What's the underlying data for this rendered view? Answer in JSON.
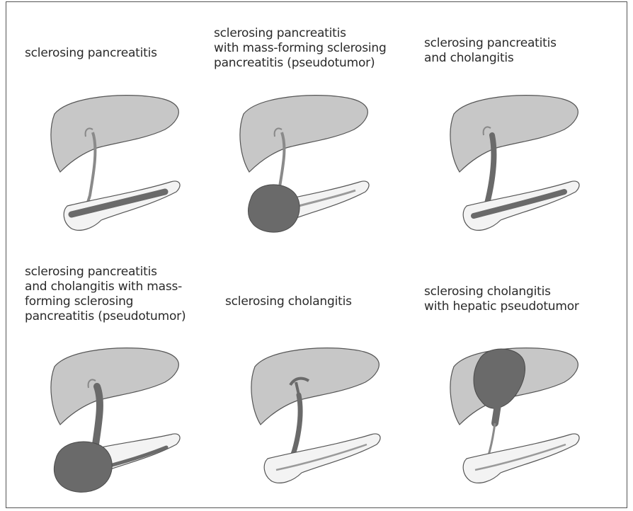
{
  "colors": {
    "liver_fill": "#c7c7c7",
    "pancreas_fill": "#f3f3f3",
    "lesion_fill": "#6a6a6a",
    "outline": "#555555"
  },
  "panels": [
    {
      "id": "sp",
      "label": "sclerosing pancreatitis"
    },
    {
      "id": "sp-mass",
      "label": "sclerosing pancreatitis\nwith mass-forming sclerosing\npancreatitis (pseudotumor)"
    },
    {
      "id": "sp-sc",
      "label": "sclerosing pancreatitis\nand cholangitis"
    },
    {
      "id": "sp-sc-mass",
      "label": "sclerosing pancreatitis\nand cholangitis with mass-\nforming sclerosing\npancreatitis (pseudotumor)"
    },
    {
      "id": "sc",
      "label": "sclerosing cholangitis"
    },
    {
      "id": "sc-hep",
      "label": "sclerosing cholangitis\nwith hepatic pseudotumor"
    }
  ]
}
